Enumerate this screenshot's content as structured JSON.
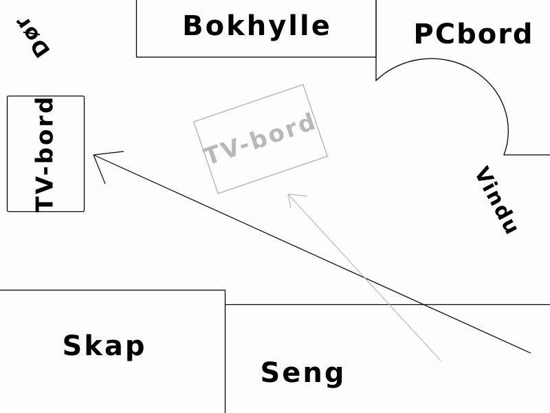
{
  "room": {
    "door": "Dør",
    "bookshelf": "Bokhylle",
    "pc_desk": "PCbord",
    "window": "Vindu",
    "tv_stand_current": "TV-bord",
    "tv_stand_proposed": "TV-bord",
    "wardrobe": "Skap",
    "bed": "Seng"
  },
  "colors": {
    "line": "#000000",
    "proposed": "#b8b8b8"
  }
}
